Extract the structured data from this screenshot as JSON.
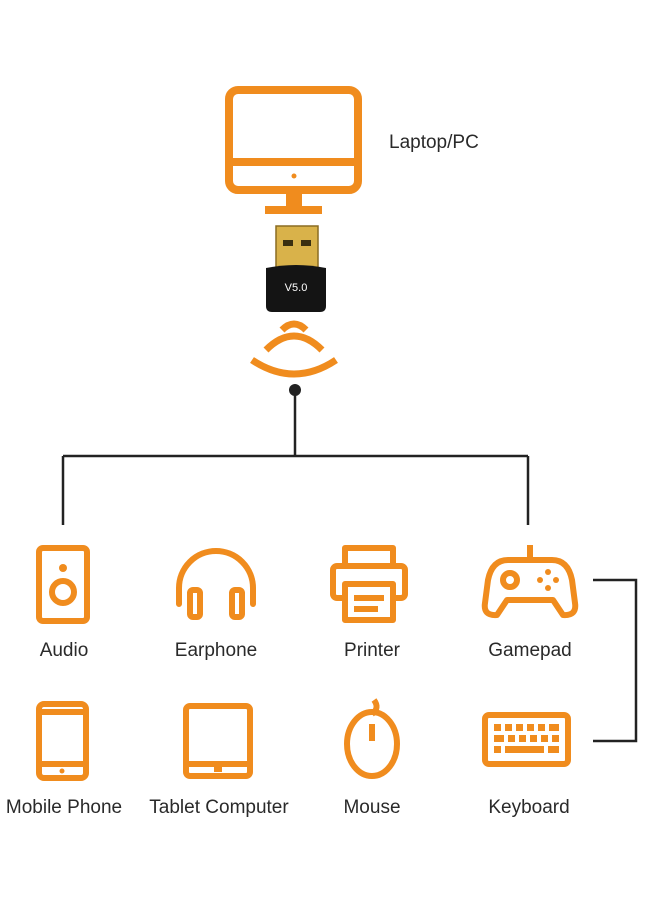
{
  "colors": {
    "accent": "#F08C1E",
    "line": "#222222",
    "dongle": "#141414",
    "plug": "#D9B24A"
  },
  "host": {
    "label": "Laptop/PC",
    "icon": "monitor-icon"
  },
  "dongle": {
    "label": "V5.0",
    "icon": "usb-bluetooth-dongle"
  },
  "devices": [
    {
      "label": "Audio",
      "icon": "speaker-icon"
    },
    {
      "label": "Earphone",
      "icon": "headphones-icon"
    },
    {
      "label": "Printer",
      "icon": "printer-icon"
    },
    {
      "label": "Gamepad",
      "icon": "gamepad-icon"
    },
    {
      "label": "Mobile Phone",
      "icon": "mobile-phone-icon"
    },
    {
      "label": "Tablet Computer",
      "icon": "tablet-icon"
    },
    {
      "label": "Mouse",
      "icon": "mouse-icon"
    },
    {
      "label": "Keyboard",
      "icon": "keyboard-icon"
    }
  ]
}
